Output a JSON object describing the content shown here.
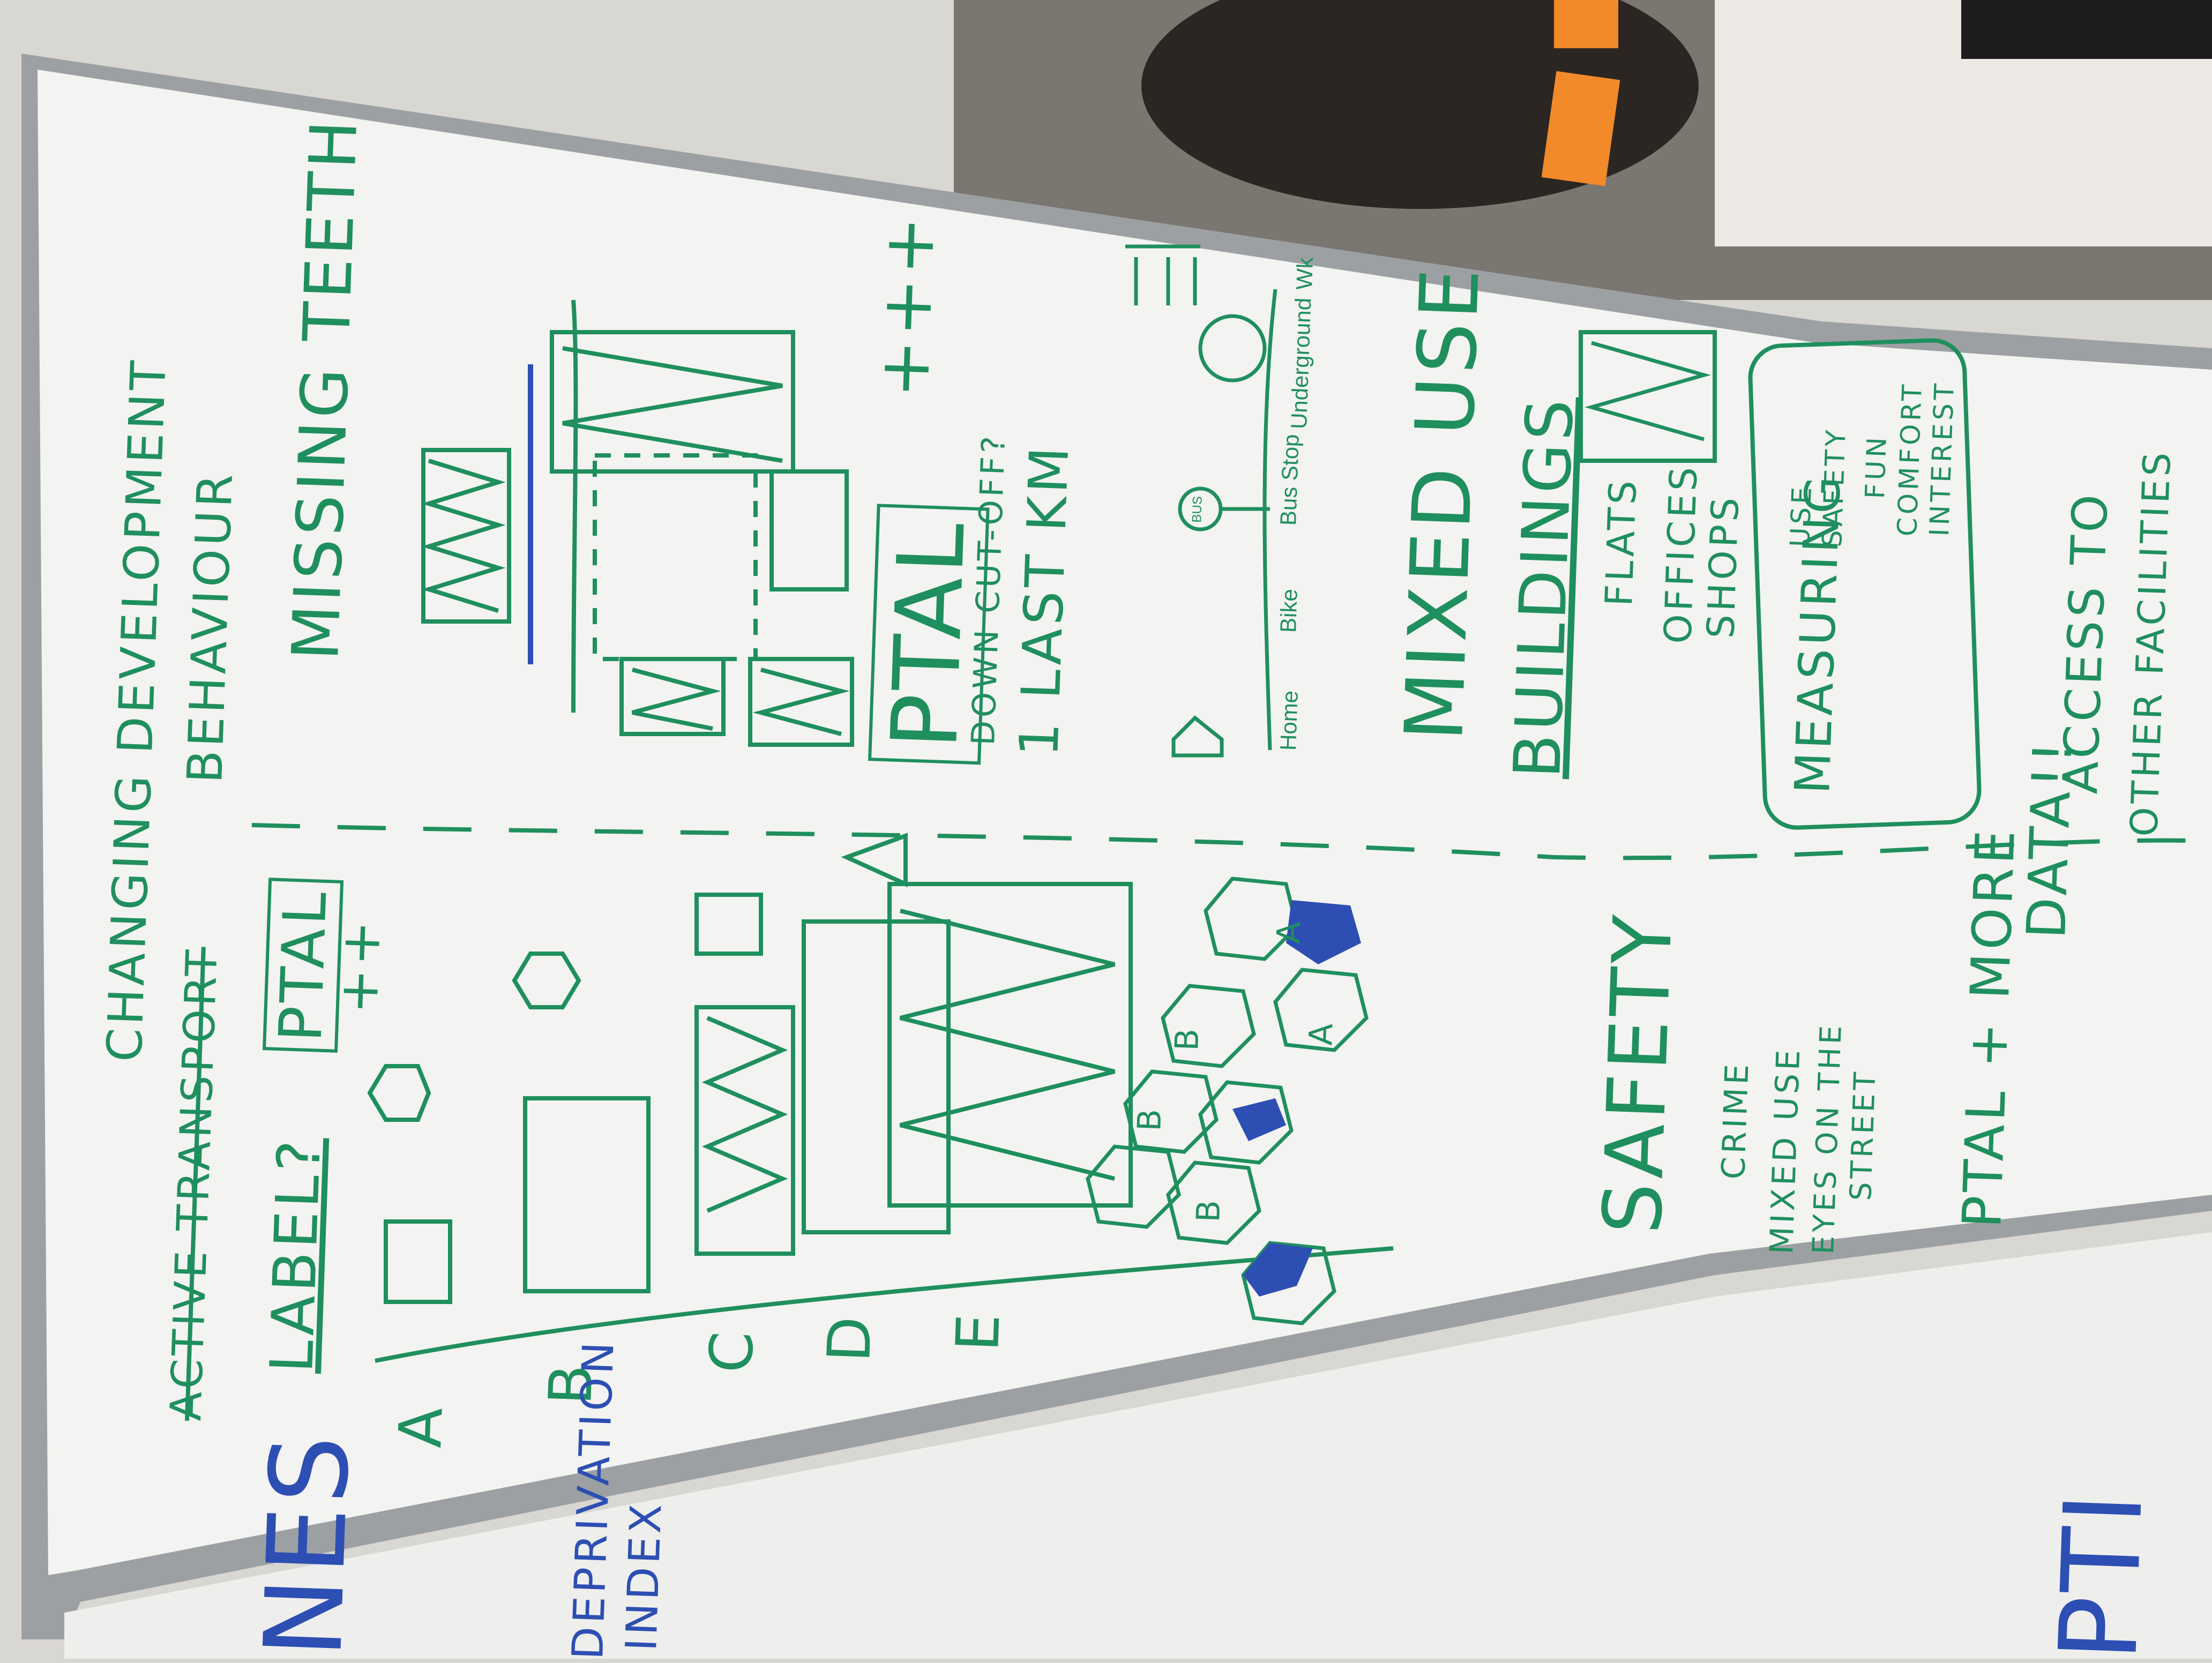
{
  "board": {
    "heading_line1": "CHANGING DEVELOPMENT",
    "heading_line2": "BEHAVIOUR",
    "crossed_out": "ACTIVE TRANSPORT",
    "label_text": "LABEL?",
    "boxed_word": "PTAL",
    "plus_marks": "++",
    "grade_letters": [
      "A",
      "B",
      "C",
      "D",
      "E"
    ],
    "missing_teeth": "MISSING TEETH",
    "ptal_ptal": "PTAL",
    "ptal_plus": "+++",
    "down_cutoff": "DOWN CUT-OFF?",
    "last_km": "1 LAST KM",
    "hex_letters": [
      "B",
      "B",
      "B",
      "A",
      "A"
    ],
    "transport_labels": [
      "Home",
      "Bike",
      "Bus Stop",
      "Underground",
      "Wk"
    ],
    "bus_sign": "BUS",
    "mixed_use": "MIXED USE",
    "buildings": "BUILDINGS",
    "uses": [
      "FLATS",
      "OFFICES",
      "SHOPS"
    ],
    "measuring": "MEASURING",
    "measure_list": [
      "USE",
      "SAFETY",
      "FUN",
      "COMFORT",
      "INTEREST"
    ],
    "access": "ACCESS TO",
    "other_facilities": "OTHER FACILITIES",
    "safety": "SAFETY",
    "bullets": [
      "CRIME",
      "MIXED USE",
      "EYES ON THE",
      "STREET"
    ],
    "ptal_more": "PTAL + MORE",
    "data": "DATA!!"
  },
  "second_board": {
    "deprivation": "DEPRIVATION",
    "index": "INDEX",
    "letters_1": "NES",
    "letters_2": "PTI"
  },
  "note": {
    "sticky": "orange sticky note"
  },
  "colors": {
    "marker_green": "#1f8f5e",
    "marker_blue": "#2d4fb3",
    "board": "#f3f3f1",
    "frame": "#9da0a3"
  }
}
